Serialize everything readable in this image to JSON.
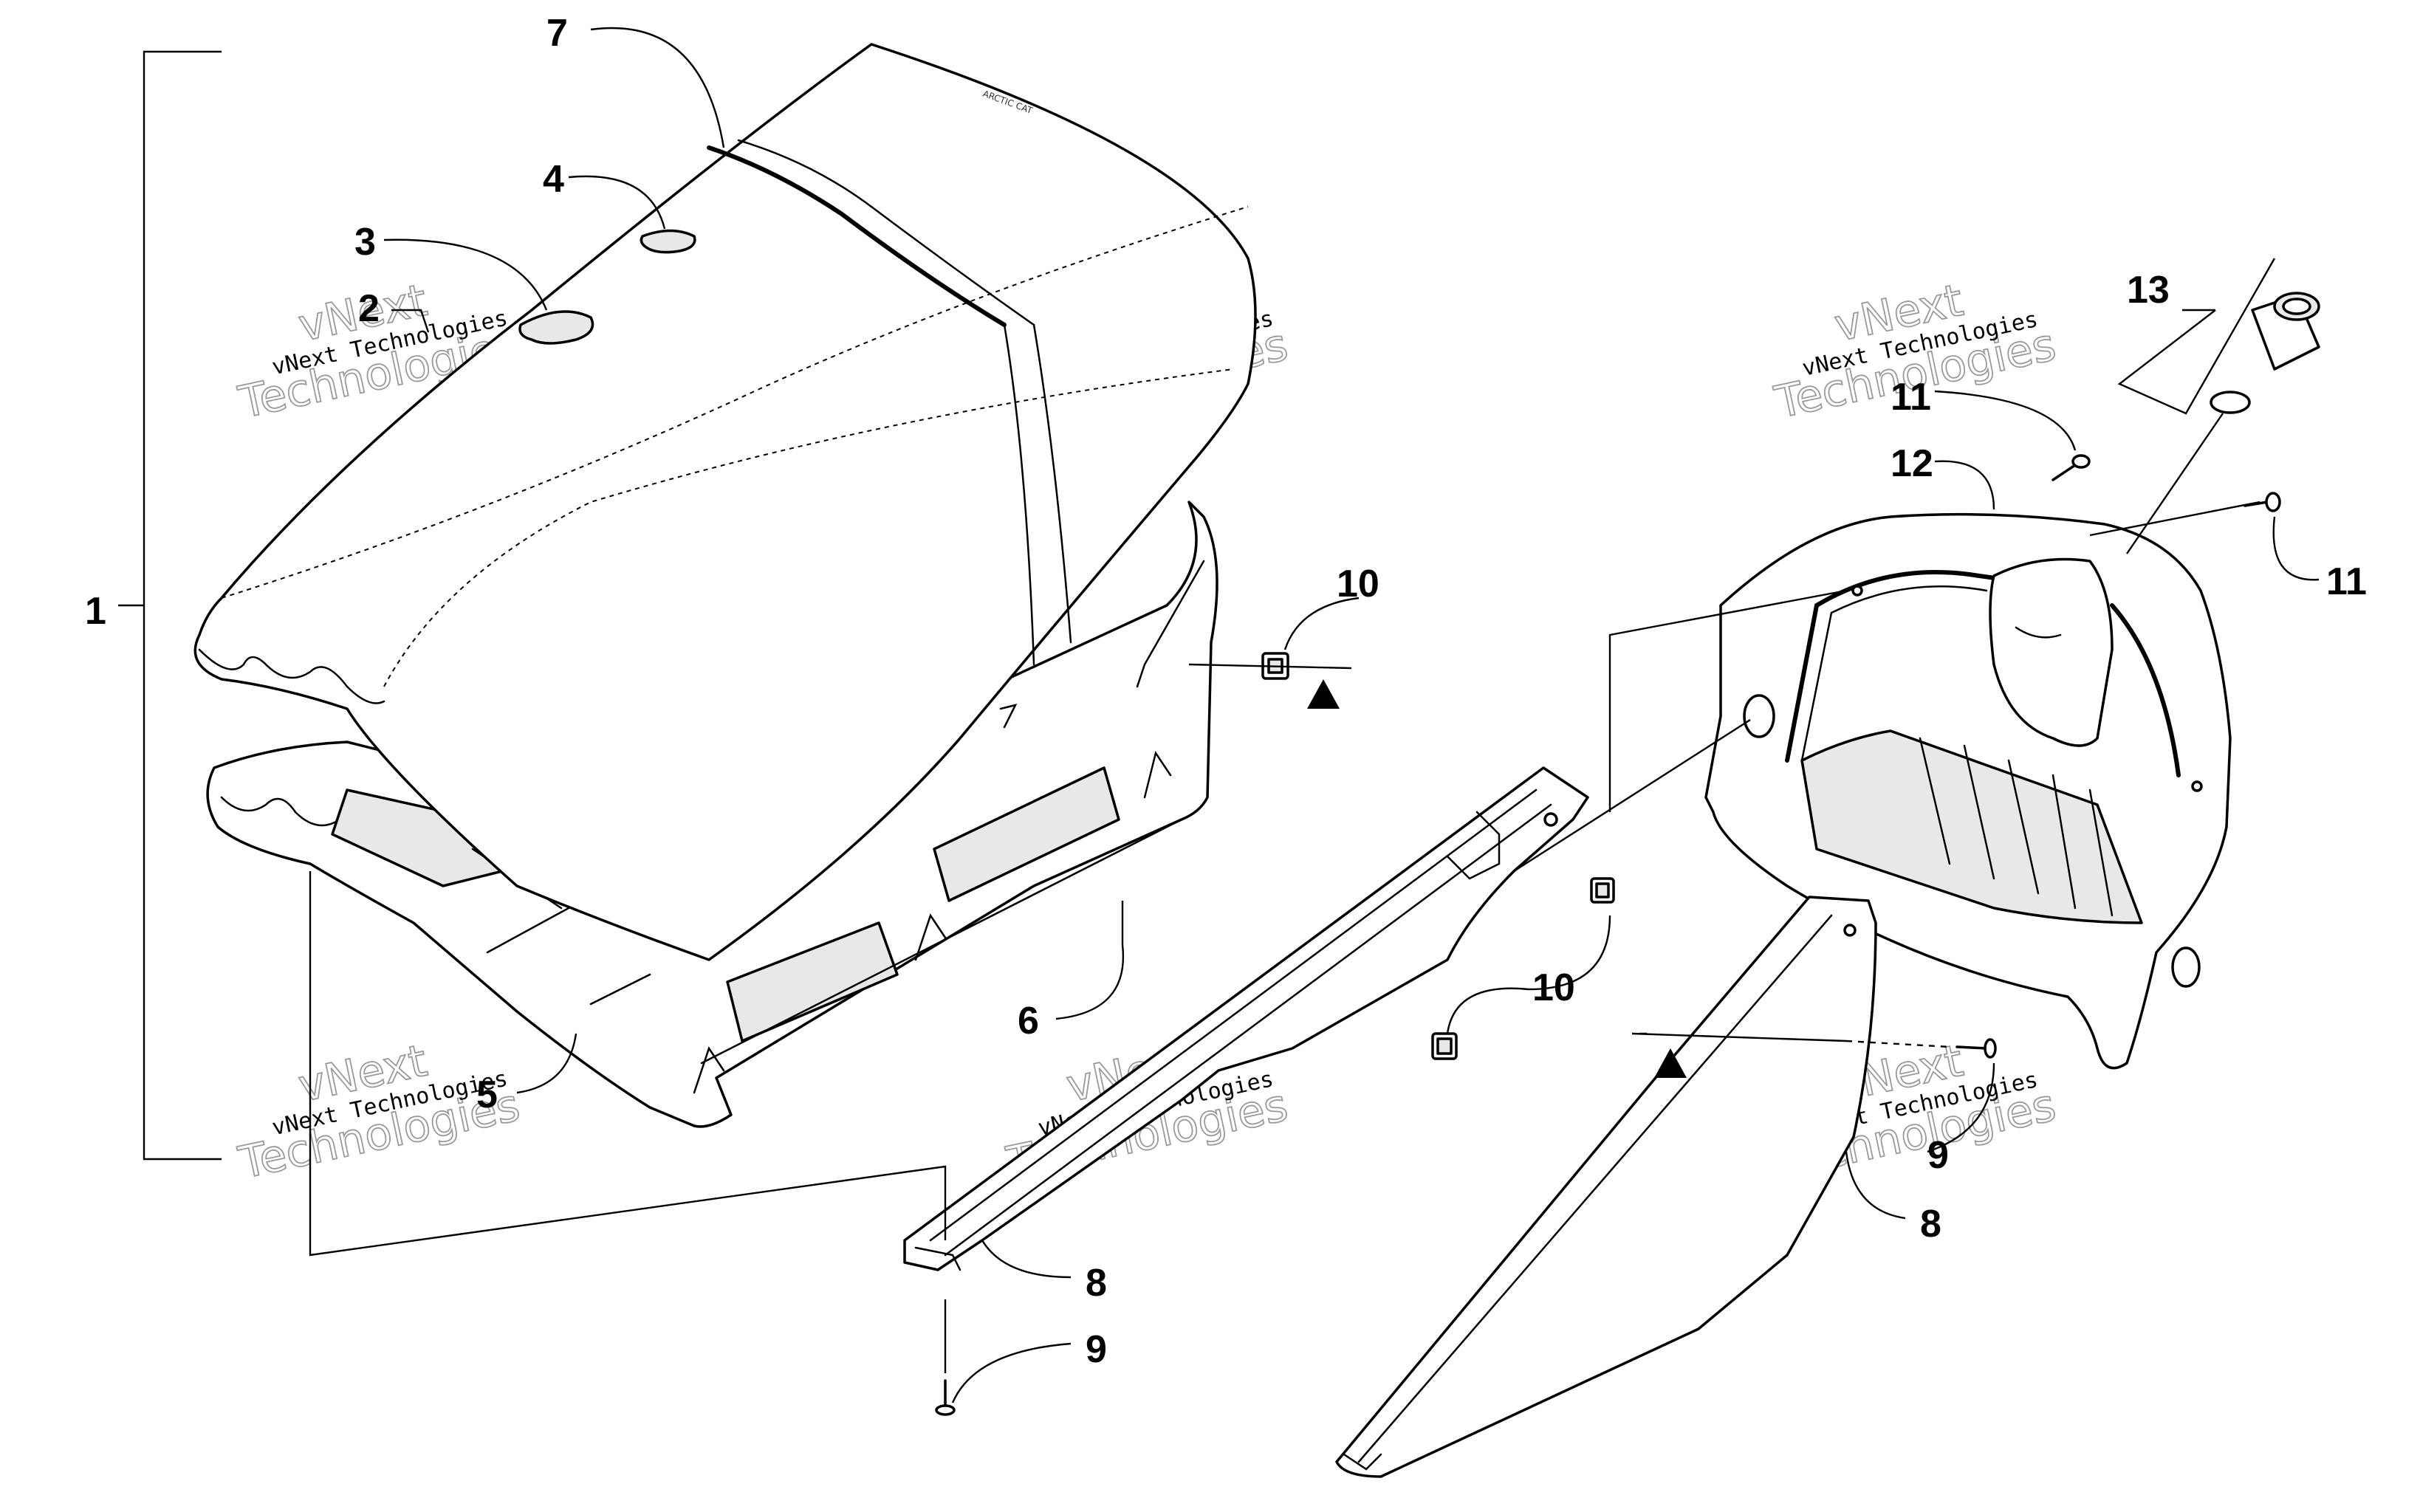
{
  "callouts": {
    "c1": "1",
    "c2": "2",
    "c3": "3",
    "c4": "4",
    "c5": "5",
    "c6": "6",
    "c7": "7",
    "c8a": "8",
    "c8b": "8",
    "c9a": "9",
    "c9b": "9",
    "c10a": "10",
    "c10b": "10",
    "c11a": "11",
    "c11b": "11",
    "c12": "12",
    "c13": "13"
  },
  "watermark": {
    "line": "vNext Technologies",
    "big_top": "vNext",
    "big_bottom": "Technologies"
  }
}
